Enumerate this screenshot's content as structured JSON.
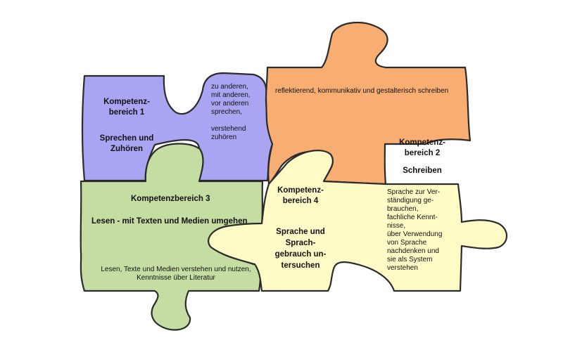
{
  "colors": {
    "purple": "#a9a5f2",
    "orange": "#f8ae73",
    "green": "#c5dca2",
    "yellow": "#fefbc6",
    "outline": "#2b2b2b"
  },
  "pieces": {
    "k1": {
      "title": "Kompetenz-\nbereich 1",
      "name": "Sprechen und\nZuhören",
      "desc": "zu anderen,\nmit anderen,\nvor anderen\nsprechen,\n\nverstehend\nzuhören"
    },
    "k2": {
      "title": "Kompetenz-\nbereich 2",
      "name": "Schreiben",
      "desc": "reflektierend, kommunikativ und gestalterisch schreiben"
    },
    "k3": {
      "title": "Kompetenzbereich 3",
      "name": "Lesen - mit Texten und Medien umgehen",
      "desc": "Lesen, Texte und Medien verstehen und nutzen,\nKenntnisse über Literatur"
    },
    "k4": {
      "title": "Kompetenz-\nbereich 4",
      "name": "Sprache und\nSprach-\ngebrauch un-\ntersuchen",
      "desc": "Sprache zur Ver-\nständigung ge-\nbrauchen,\nfachliche Kennt-\nnisse,\nüber Verwendung\nvon Sprache\nnachdenken und\nsie als System\nverstehen"
    }
  }
}
